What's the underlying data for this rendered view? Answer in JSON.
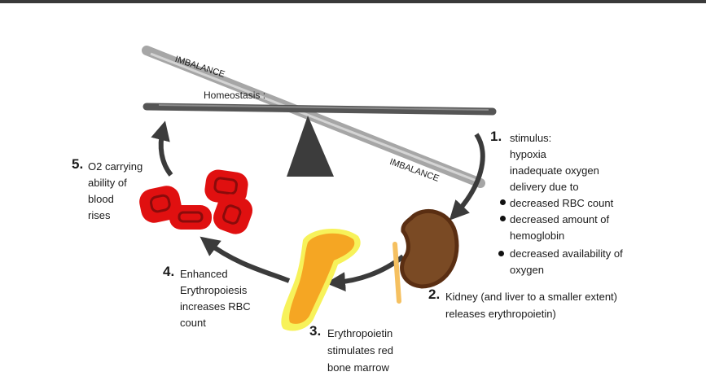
{
  "seesaw": {
    "top_label": "IMBALANCE",
    "bottom_label": "IMBALANCE",
    "center_label": "Homeostasis :"
  },
  "steps": [
    {
      "num": "1.",
      "lines": [
        "stimulus:",
        "hypoxia",
        "inadequate oxygen",
        "delivery due to"
      ],
      "bullets": [
        "decreased RBC count",
        "decreased amount of",
        "hemoglobin",
        "decreased availability of",
        "oxygen"
      ]
    },
    {
      "num": "2.",
      "lines": [
        "Kidney (and liver to a smaller extent)",
        "releases erythropoietin)"
      ]
    },
    {
      "num": "3.",
      "lines": [
        "Erythropoietin",
        "stimulates red",
        "bone marrow"
      ]
    },
    {
      "num": "4.",
      "lines": [
        "Enhanced",
        "Erythropoiesis",
        "increases RBC",
        "count"
      ]
    },
    {
      "num": "5.",
      "lines": [
        "O2 carrying",
        "ability of",
        "blood",
        "rises"
      ]
    }
  ],
  "colors": {
    "beam": "#555555",
    "tilted_beam": "#9a9a9a",
    "fulcrum": "#3c3c3c",
    "rbc": "#e01010",
    "rbc_dark": "#8a0b0b",
    "kidney": "#7a4a24",
    "kidney_rim": "#5a2e12",
    "marrow": "#f5a623",
    "marrow_rim": "#f7f25a",
    "arrow": "#3b3b3b"
  }
}
